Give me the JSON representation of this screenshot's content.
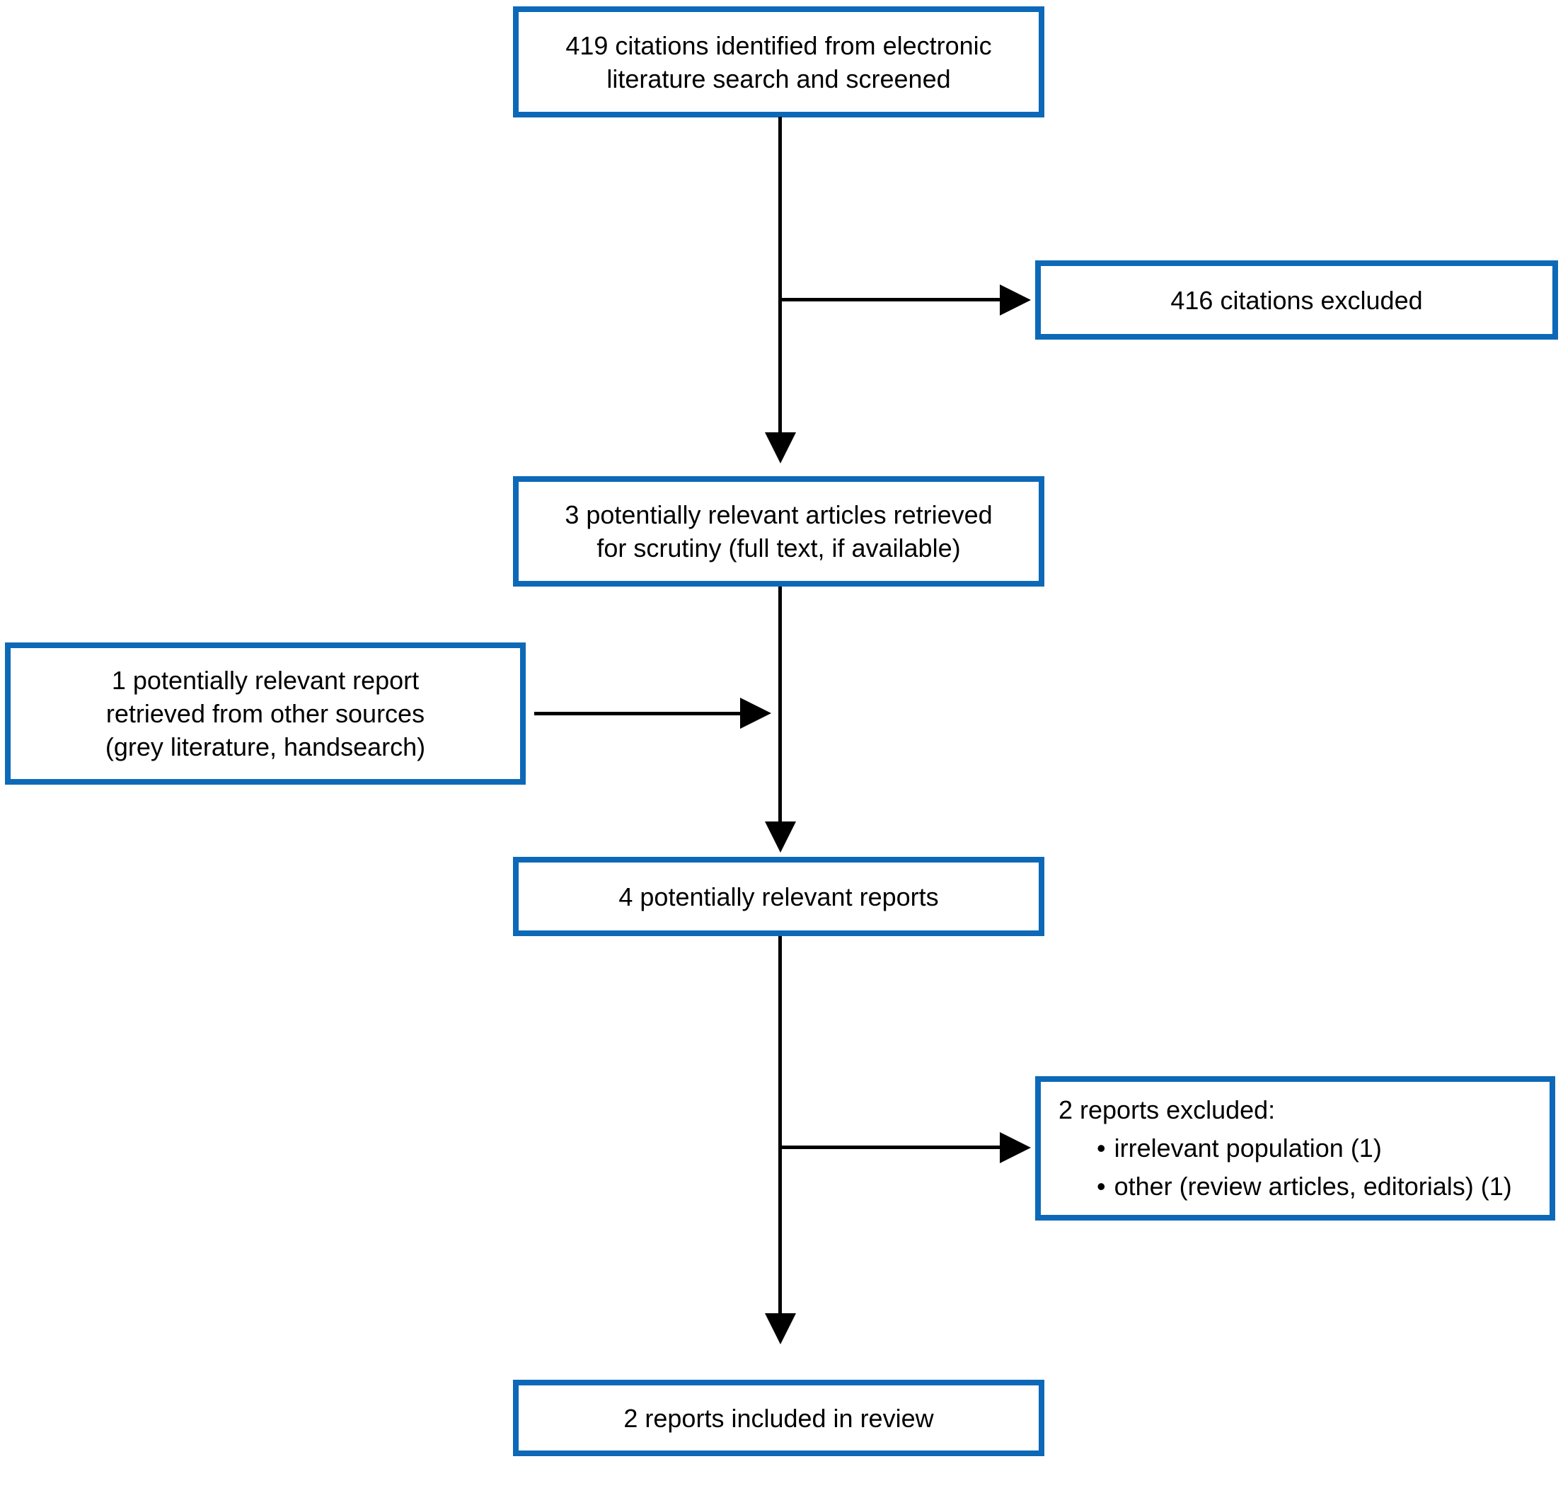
{
  "diagram": {
    "type": "flowchart",
    "bullet_char": "•",
    "boxes": {
      "identified": "419 citations identified from electronic\nliterature search and screened",
      "excluded_citations": "416 citations excluded",
      "retrieved": "3 potentially relevant articles retrieved\nfor scrutiny (full text, if available)",
      "other_sources": "1 potentially relevant report\nretrieved from other sources\n(grey literature, handsearch)",
      "relevant_reports": "4 potentially relevant reports",
      "excluded_reports_title": "2 reports excluded:",
      "excluded_reports_bullets": [
        "irrelevant population (1)",
        "other (review articles, editorials) (1)"
      ],
      "included": "2 reports included in review"
    },
    "colors": {
      "box_border": "#0d69b8",
      "arrow": "#000000",
      "text": "#000000",
      "background": "#ffffff"
    }
  }
}
